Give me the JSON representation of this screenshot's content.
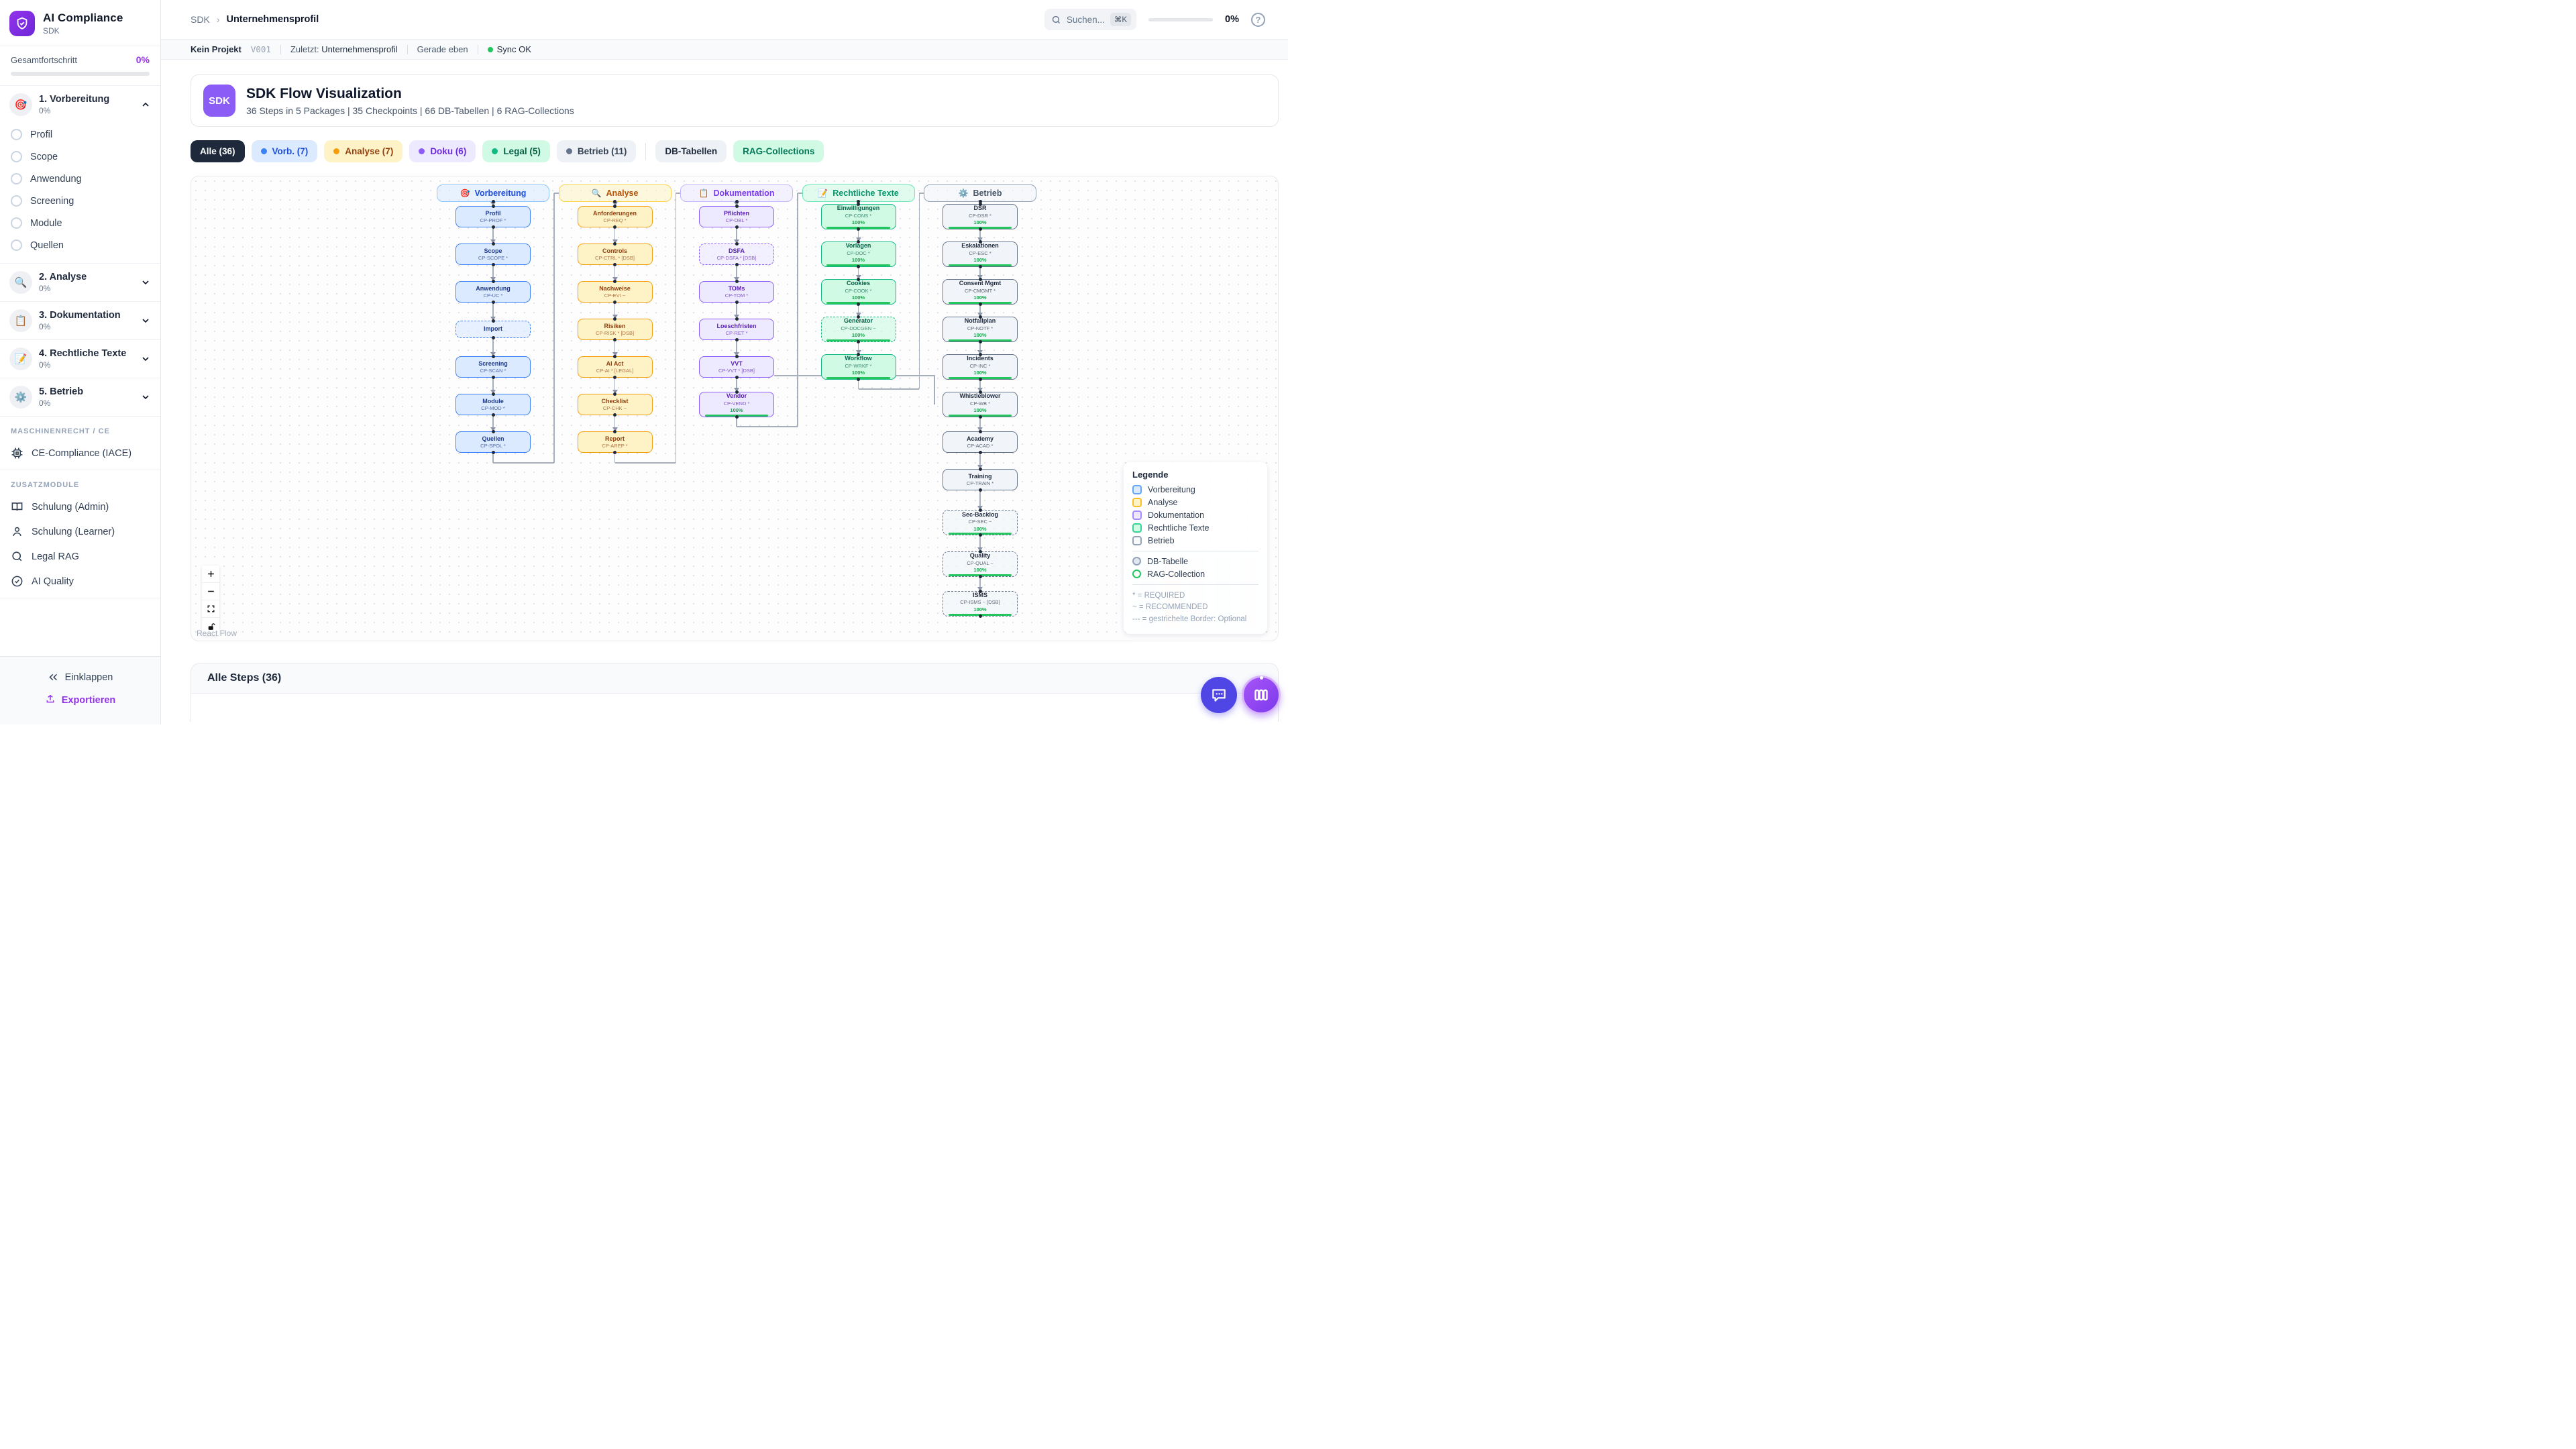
{
  "sidebar": {
    "brand": {
      "title": "AI Compliance",
      "subtitle": "SDK"
    },
    "overall": {
      "label": "Gesamtfortschritt",
      "value": "0%"
    },
    "sections": [
      {
        "emoji": "🎯",
        "label": "1. Vorbereitung",
        "pct": "0%",
        "expanded": true,
        "items": [
          "Profil",
          "Scope",
          "Anwendung",
          "Screening",
          "Module",
          "Quellen"
        ]
      },
      {
        "emoji": "🔍",
        "label": "2. Analyse",
        "pct": "0%",
        "expanded": false,
        "items": []
      },
      {
        "emoji": "📋",
        "label": "3. Dokumentation",
        "pct": "0%",
        "expanded": false,
        "items": []
      },
      {
        "emoji": "📝",
        "label": "4. Rechtliche Texte",
        "pct": "0%",
        "expanded": false,
        "items": []
      },
      {
        "emoji": "⚙️",
        "label": "5. Betrieb",
        "pct": "0%",
        "expanded": false,
        "items": []
      }
    ],
    "groups": [
      {
        "header": "MASCHINENRECHT / CE",
        "items": [
          {
            "icon": "chip",
            "label": "CE-Compliance (IACE)"
          }
        ]
      },
      {
        "header": "ZUSATZMODULE",
        "items": [
          {
            "icon": "book",
            "label": "Schulung (Admin)"
          },
          {
            "icon": "person",
            "label": "Schulung (Learner)"
          },
          {
            "icon": "search",
            "label": "Legal RAG"
          },
          {
            "icon": "check-circle",
            "label": "AI Quality"
          }
        ]
      }
    ],
    "footer": {
      "collapse": "Einklappen",
      "export": "Exportieren"
    }
  },
  "topbar": {
    "breadcrumb_root": "SDK",
    "breadcrumb_current": "Unternehmensprofil",
    "search_placeholder": "Suchen...",
    "search_kbd": "⌘K",
    "progress_pct": "0%",
    "help_glyph": "?"
  },
  "statusbar": {
    "project": "Kein Projekt",
    "version": "V001",
    "last_label": "Zuletzt:",
    "last_value": "Unternehmensprofil",
    "time": "Gerade eben",
    "sync": "Sync OK"
  },
  "hero": {
    "badge": "SDK",
    "title": "SDK Flow Visualization",
    "subtitle": "36 Steps in 5 Packages | 35 Checkpoints | 66 DB-Tabellen | 6 RAG-Collections"
  },
  "filters": [
    {
      "label": "Alle (36)",
      "bg": "#1e293b",
      "color": "#ffffff",
      "active": true
    },
    {
      "label": "Vorb. (7)",
      "bg": "#dbeafe",
      "color": "#1d4ed8",
      "dot": "#3b82f6"
    },
    {
      "label": "Analyse (7)",
      "bg": "#fef3c7",
      "color": "#92400e",
      "dot": "#f59e0b"
    },
    {
      "label": "Doku (6)",
      "bg": "#ede9fe",
      "color": "#6d28d9",
      "dot": "#8b5cf6"
    },
    {
      "label": "Legal (5)",
      "bg": "#d1fae5",
      "color": "#065f46",
      "dot": "#10b981"
    },
    {
      "label": "Betrieb (11)",
      "bg": "#eef1f5",
      "color": "#334155",
      "dot": "#64748b"
    },
    {
      "divider": true
    },
    {
      "label": "DB-Tabellen",
      "bg": "#eef1f5",
      "color": "#1e293b"
    },
    {
      "label": "RAG-Collections",
      "bg": "#d1fae5",
      "color": "#047857"
    }
  ],
  "chart_data": {
    "type": "flow-diagram",
    "columns": [
      {
        "id": "vorbereitung",
        "label": "Vorbereitung",
        "emoji": "🎯",
        "border": "#3b82f6",
        "bg": "#dbeafe",
        "text": "#1e3a8a",
        "hborder": "#93c5fd",
        "htext": "#1d4ed8",
        "nodes": [
          {
            "row": 0,
            "title": "Profil",
            "code": "CP-PROF *"
          },
          {
            "row": 1,
            "title": "Scope",
            "code": "CP-SCOPE *"
          },
          {
            "row": 2,
            "title": "Anwendung",
            "code": "CP-UC *"
          },
          {
            "row": 3,
            "title": "Import",
            "code": "",
            "dashed": true
          },
          {
            "row": 4,
            "title": "Screening",
            "code": "CP-SCAN *"
          },
          {
            "row": 5,
            "title": "Module",
            "code": "CP-MOD *"
          },
          {
            "row": 6,
            "title": "Quellen",
            "code": "CP-SPOL *"
          }
        ]
      },
      {
        "id": "analyse",
        "label": "Analyse",
        "emoji": "🔍",
        "border": "#f59e0b",
        "bg": "#fef3c7",
        "text": "#92400e",
        "hborder": "#fcd34d",
        "htext": "#b45309",
        "nodes": [
          {
            "row": 0,
            "title": "Anforderungen",
            "code": "CP-REQ *"
          },
          {
            "row": 1,
            "title": "Controls",
            "code": "CP-CTRL * [DSB]"
          },
          {
            "row": 2,
            "title": "Nachweise",
            "code": "CP-EVI ~"
          },
          {
            "row": 3,
            "title": "Risiken",
            "code": "CP-RISK * [DSB]"
          },
          {
            "row": 4,
            "title": "AI Act",
            "code": "CP-AI * [LEGAL]"
          },
          {
            "row": 5,
            "title": "Checklist",
            "code": "CP-CHK ~"
          },
          {
            "row": 6,
            "title": "Report",
            "code": "CP-AREP *"
          }
        ]
      },
      {
        "id": "dokumentation",
        "label": "Dokumentation",
        "emoji": "📋",
        "border": "#8b5cf6",
        "bg": "#ede9fe",
        "text": "#5b21b6",
        "hborder": "#c4b5fd",
        "htext": "#7c3aed",
        "nodes": [
          {
            "row": 0,
            "title": "Pflichten",
            "code": "CP-OBL *"
          },
          {
            "row": 1,
            "title": "DSFA",
            "code": "CP-DSFA * [DSB]",
            "dashed": true
          },
          {
            "row": 2,
            "title": "TOMs",
            "code": "CP-TOM *"
          },
          {
            "row": 3,
            "title": "Loeschfristen",
            "code": "CP-RET *"
          },
          {
            "row": 4,
            "title": "VVT",
            "code": "CP-VVT * [DSB]"
          },
          {
            "row": 5,
            "title": "Vendor",
            "code": "CP-VEND *",
            "progress": "100%"
          }
        ]
      },
      {
        "id": "rechtliche-texte",
        "label": "Rechtliche Texte",
        "emoji": "📝",
        "border": "#10b981",
        "bg": "#d1fae5",
        "text": "#065f46",
        "hborder": "#6ee7b7",
        "htext": "#059669",
        "nodes": [
          {
            "row": 0,
            "title": "Einwilligungen",
            "code": "CP-CONS *",
            "progress": "100%"
          },
          {
            "row": 1,
            "title": "Vorlagen",
            "code": "CP-DOC *",
            "progress": "100%"
          },
          {
            "row": 2,
            "title": "Cookies",
            "code": "CP-COOK *",
            "progress": "100%"
          },
          {
            "row": 3,
            "title": "Generator",
            "code": "CP-DOCGEN ~",
            "progress": "100%",
            "dashed": true
          },
          {
            "row": 4,
            "title": "Workflow",
            "code": "CP-WRKF *",
            "progress": "100%"
          }
        ]
      },
      {
        "id": "betrieb",
        "label": "Betrieb",
        "emoji": "⚙️",
        "border": "#64748b",
        "bg": "#f1f5f9",
        "text": "#1e293b",
        "hborder": "#94a3b8",
        "htext": "#475569",
        "nodes": [
          {
            "row": 0,
            "title": "DSR",
            "code": "CP-DSR *",
            "progress": "100%"
          },
          {
            "row": 1,
            "title": "Eskalationen",
            "code": "CP-ESC *",
            "progress": "100%"
          },
          {
            "row": 2,
            "title": "Consent Mgmt",
            "code": "CP-CMGMT *",
            "progress": "100%"
          },
          {
            "row": 3,
            "title": "Notfallplan",
            "code": "CP-NOTF *",
            "progress": "100%"
          },
          {
            "row": 4,
            "title": "Incidents",
            "code": "CP-INC *",
            "progress": "100%"
          },
          {
            "row": 5,
            "title": "Whistleblower",
            "code": "CP-WB *",
            "progress": "100%"
          },
          {
            "row": 6,
            "title": "Academy",
            "code": "CP-ACAD *"
          },
          {
            "row": 7,
            "title": "Training",
            "code": "CP-TRAIN *"
          },
          {
            "row": 8.15,
            "title": "Sec-Backlog",
            "code": "CP-SEC ~",
            "progress": "100%",
            "dashed": true
          },
          {
            "row": 9.25,
            "title": "Quality",
            "code": "CP-QUAL ~",
            "progress": "100%",
            "dashed": true
          },
          {
            "row": 10.3,
            "title": "ISMS",
            "code": "CP-ISMS ~ [DSB]",
            "progress": "100%",
            "dashed": true
          }
        ]
      }
    ],
    "legend": {
      "title": "Legende",
      "categories": [
        {
          "label": "Vorbereitung",
          "border": "#60a5fa",
          "bg": "#dbeafe"
        },
        {
          "label": "Analyse",
          "border": "#fbbf24",
          "bg": "#fef3c7"
        },
        {
          "label": "Dokumentation",
          "border": "#a78bfa",
          "bg": "#ede9fe"
        },
        {
          "label": "Rechtliche Texte",
          "border": "#34d399",
          "bg": "#d1fae5"
        },
        {
          "label": "Betrieb",
          "border": "#94a3b8",
          "bg": "#f8fafc"
        }
      ],
      "shapes": [
        {
          "label": "DB-Tabelle",
          "border": "#94a3b8",
          "bg": "#e2e8f0"
        },
        {
          "label": "RAG-Collection",
          "border": "#22c55e",
          "bg": "#ffffff"
        }
      ],
      "notes": [
        "* = REQUIRED",
        "~ = RECOMMENDED",
        "--- = gestrichelte Border: Optional"
      ]
    },
    "attribution": "React Flow"
  },
  "steps_panel": {
    "title": "Alle Steps (36)"
  }
}
